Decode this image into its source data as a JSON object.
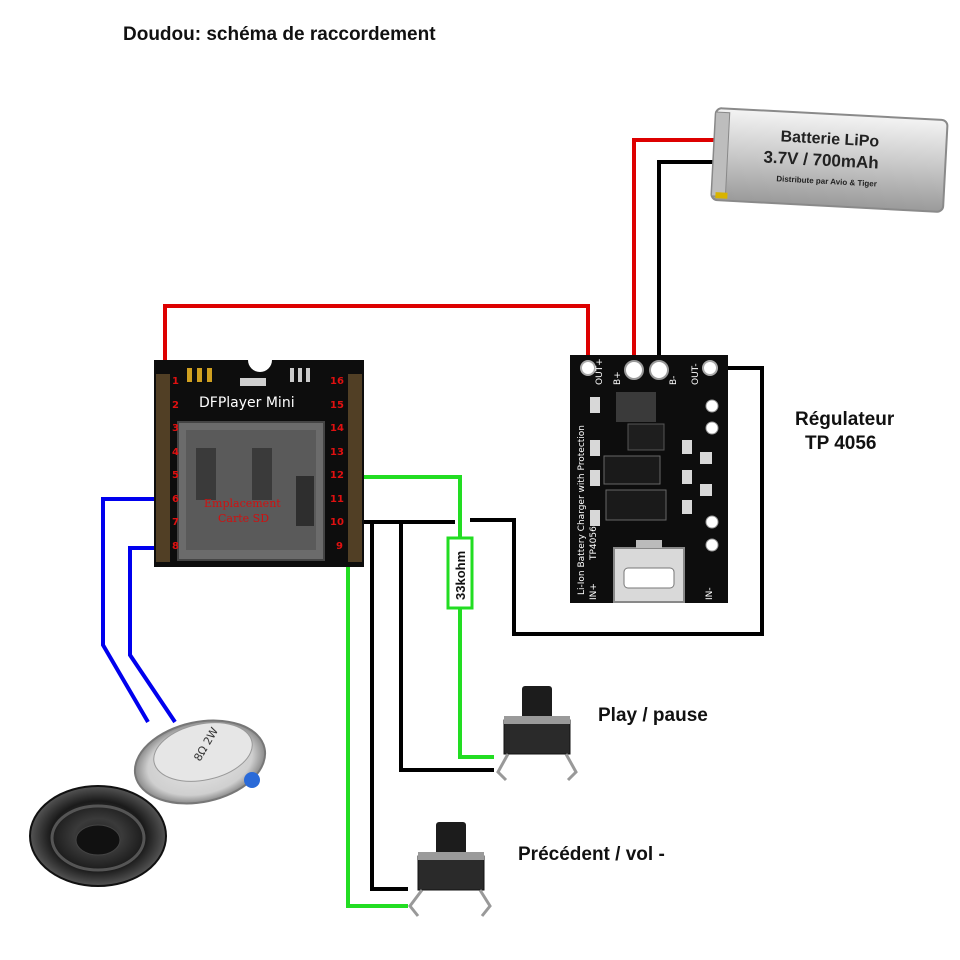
{
  "title": "Doudou: schéma de raccordement",
  "battery": {
    "line1": "Batterie LiPo",
    "line2": "3.7V / 700mAh",
    "line3": "Distribute par Avio & Tiger"
  },
  "dfplayer": {
    "name": "DFPlayer Mini",
    "sd_line1": "Emplacement",
    "sd_line2": "Carte SD",
    "left_pins": [
      "1",
      "2",
      "3",
      "4",
      "5",
      "6",
      "7",
      "8"
    ],
    "right_pins": [
      "16",
      "15",
      "14",
      "13",
      "12",
      "11",
      "10",
      "9"
    ]
  },
  "regulator": {
    "label_line1": "Régulateur",
    "label_line2": "TP 4056",
    "board_text": "Li-Ion Battery Charger with Protection",
    "pin_out_plus": "OUT+",
    "pin_b_plus": "B+",
    "pin_b_minus": "B-",
    "pin_out_minus": "OUT-",
    "pin_in_plus": "IN+",
    "pin_in_minus": "IN-",
    "chip_text": "TP4056"
  },
  "resistor": {
    "label": "33kohm"
  },
  "speaker": {
    "marking": "8Ω 2W"
  },
  "buttons": {
    "play": "Play / pause",
    "prev": "Précédent / vol -"
  },
  "colors": {
    "power_wire": "#dd0000",
    "ground_wire": "#000000",
    "speaker_wire": "#0000ee",
    "button_wire": "#22dd22"
  }
}
